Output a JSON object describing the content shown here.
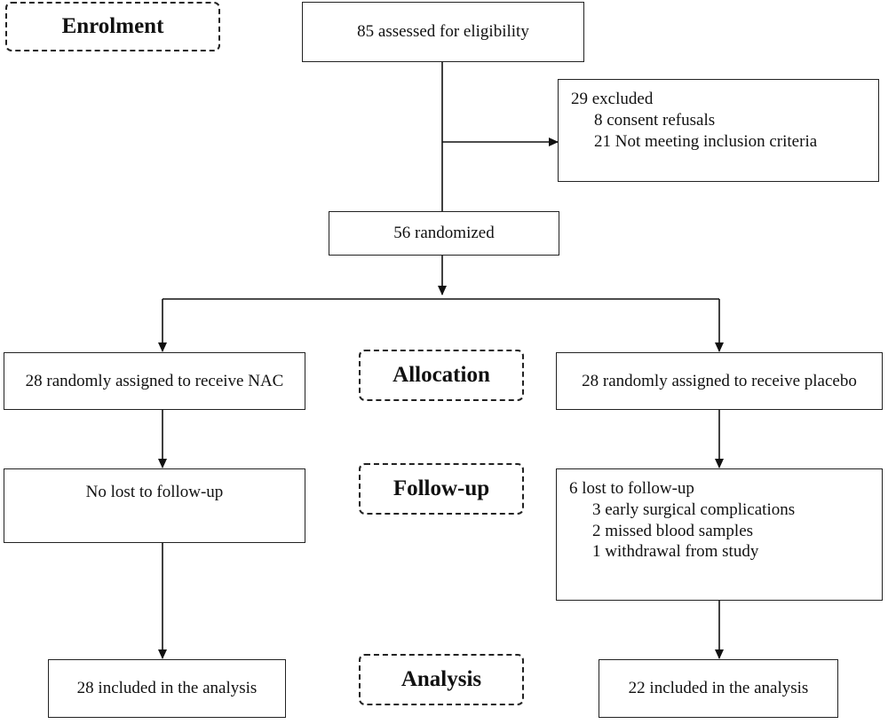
{
  "phases": {
    "enrolment": "Enrolment",
    "allocation": "Allocation",
    "follow_up": "Follow-up",
    "analysis": "Analysis"
  },
  "assessed": "85 assessed for eligibility",
  "excluded": {
    "head": "29 excluded",
    "items": [
      "8 consent refusals",
      "21 Not meeting inclusion criteria"
    ]
  },
  "randomized": "56 randomized",
  "nac_arm": {
    "assigned": "28 randomly assigned to receive NAC",
    "follow_up": "No lost to follow-up",
    "analysis": "28 included in the analysis"
  },
  "placebo_arm": {
    "assigned": "28 randomly assigned to receive placebo",
    "follow_up_head": "6 lost to follow-up",
    "follow_up_items": [
      "3 early surgical complications",
      "2 missed blood samples",
      "1 withdrawal from study"
    ],
    "analysis": "22 included in the analysis"
  }
}
